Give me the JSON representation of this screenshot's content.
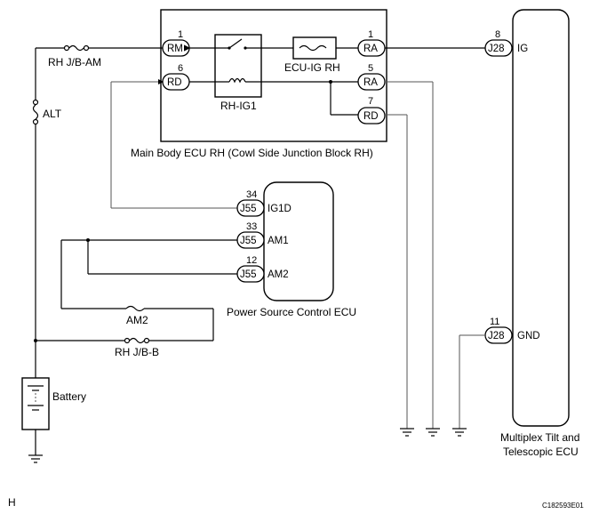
{
  "fuses": {
    "rh_jb_am": "RH J/B-AM",
    "alt": "ALT",
    "am2": "AM2",
    "rh_jb_b": "RH J/B-B",
    "ecu_ig_rh": "ECU-IG RH"
  },
  "battery_label": "Battery",
  "relay_label": "RH-IG1",
  "main_body_ecu": {
    "caption": "Main Body ECU RH (Cowl Side Junction Block RH)",
    "pins": [
      {
        "num": "1",
        "name": "RM"
      },
      {
        "num": "6",
        "name": "RD"
      },
      {
        "num": "1",
        "name": "RA"
      },
      {
        "num": "5",
        "name": "RA"
      },
      {
        "num": "7",
        "name": "RD"
      }
    ]
  },
  "power_source_ecu": {
    "caption": "Power Source Control ECU",
    "pins": [
      {
        "num": "34",
        "conn": "J55",
        "sig": "IG1D"
      },
      {
        "num": "33",
        "conn": "J55",
        "sig": "AM1"
      },
      {
        "num": "12",
        "conn": "J55",
        "sig": "AM2"
      }
    ]
  },
  "tilt_ecu": {
    "caption_line1": "Multiplex Tilt and",
    "caption_line2": "Telescopic ECU",
    "pins": [
      {
        "num": "8",
        "conn": "J28",
        "sig": "IG"
      },
      {
        "num": "11",
        "conn": "J28",
        "sig": "GND"
      }
    ]
  },
  "corner_letter": "H",
  "figure_code": "C182593E01"
}
